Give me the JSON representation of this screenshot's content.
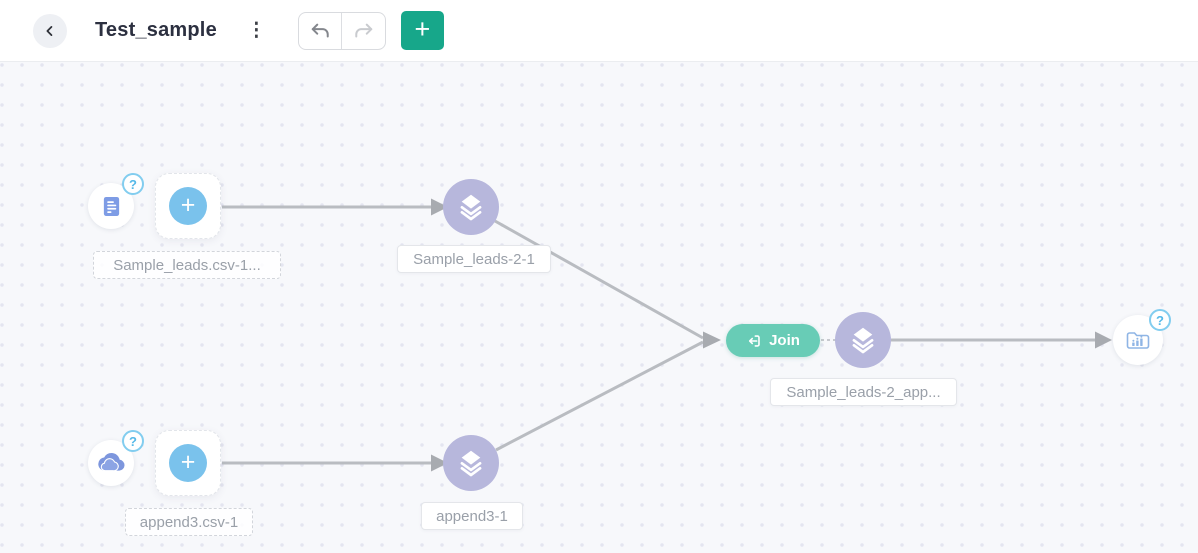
{
  "header": {
    "title": "Test_sample",
    "add_button_label": "+"
  },
  "glyphs": {
    "kebab_icon": "⋮",
    "plus_icon": "+",
    "help_icon": "?"
  },
  "flow": {
    "source1": {
      "label": "Sample_leads.csv-1..."
    },
    "transform1": {
      "label": "Sample_leads-2-1"
    },
    "source2": {
      "label": "append3.csv-1"
    },
    "transform2": {
      "label": "append3-1"
    },
    "join": {
      "label": "Join"
    },
    "transform3": {
      "label": "Sample_leads-2_app..."
    }
  },
  "colors": {
    "accent_green": "#17a78a",
    "join_teal": "#68ccb6",
    "node_purple": "#b7b7dc",
    "plus_blue": "#7ac2ec",
    "doc_icon_blue": "#7e9ce5",
    "cloud_icon_blue": "#7d96dd",
    "folder_icon_blue": "#8fb5e5",
    "help_badge_blue": "#56b9e8",
    "edge_gray": "#b9bcc1",
    "arrow_gray": "#a8abb0",
    "label_text_gray": "#9aa0a9",
    "canvas_bg": "#f7f8fb",
    "canvas_dot": "#e4e5f0"
  }
}
